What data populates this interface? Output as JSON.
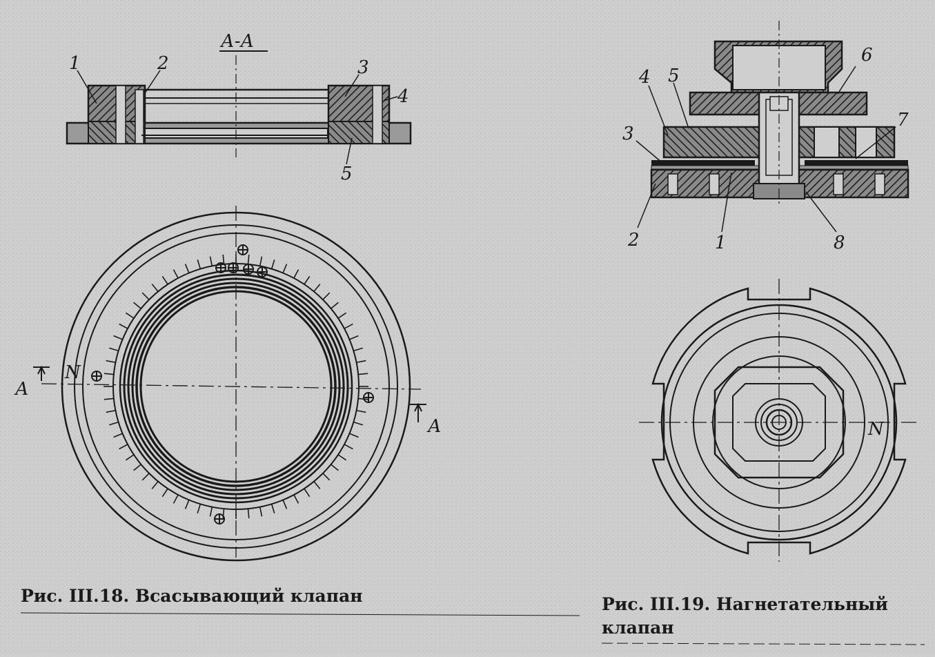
{
  "figure1": {
    "section_label": "А-А",
    "part_labels": [
      "1",
      "2",
      "3",
      "4",
      "5"
    ],
    "section_marks": [
      "А",
      "А"
    ],
    "mark_n": "N",
    "caption": "Рис. III.18. Всасывающий клапан"
  },
  "figure2": {
    "part_labels": [
      "6",
      "4",
      "5",
      "3",
      "7",
      "2",
      "1",
      "8"
    ],
    "mark_n": "N",
    "caption_line1": "Рис. III.19. Нагнетательный",
    "caption_line2": "клапан"
  },
  "colors": {
    "paper": "#cfcfcf",
    "ink": "#1a1a1a"
  }
}
